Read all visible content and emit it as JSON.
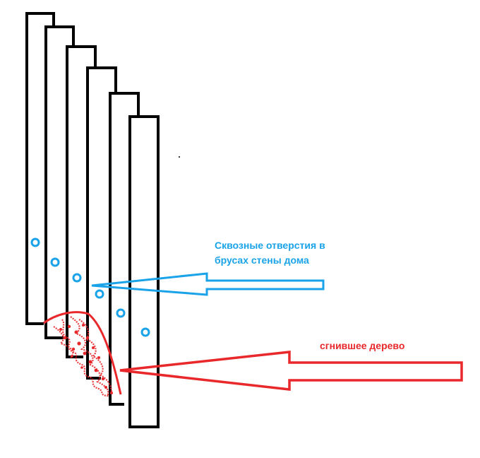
{
  "annotations": {
    "holes_label_line1": "Сквозные отверстия в",
    "holes_label_line2": "брусах стены дома",
    "rot_label": "сгнившее дерево"
  },
  "colors": {
    "beam_outline": "#000000",
    "holes_and_arrow": "#1aa3e8",
    "rot_and_arrow": "#e8282b"
  }
}
